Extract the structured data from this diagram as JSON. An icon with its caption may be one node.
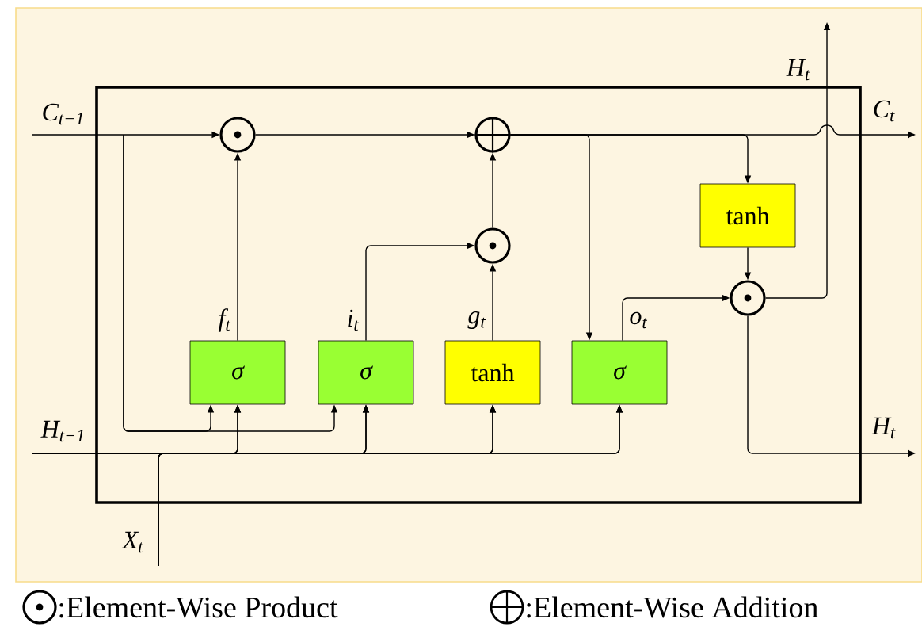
{
  "diagram": {
    "nodes": [
      {
        "text": [],
        "shape": "box"
      },
      {
        "text": [],
        "shape": "circle",
        "in": 0
      },
      {
        "text": [],
        "shape": "circle",
        "in": 0
      },
      {
        "text": [],
        "shape": "circle",
        "in": 0
      },
      {
        "text": [],
        "shape": "circle",
        "in": 0
      },
      {
        "text": [
          "σ"
        ],
        "in": 0
      },
      {
        "text": [
          "σ"
        ],
        "in": 0
      },
      {
        "text": [
          "tanh"
        ],
        "in": 0
      },
      {
        "text": [
          "σ"
        ],
        "in": 0
      },
      {
        "text": [
          "tanh"
        ],
        "in": 0
      }
    ],
    "edges": [
      {
        "from": null,
        "to": 1,
        "arrow": "to",
        "label": "C$_{t−1}$"
      },
      {
        "from": null,
        "to": 5,
        "arrow": "to"
      },
      {
        "from": null,
        "to": 6,
        "arrow": "to"
      },
      {
        "from": 5,
        "to": 1,
        "arrow": "to",
        "label": "f$_{t}$"
      },
      {
        "from": 6,
        "to": 3,
        "arrow": "to",
        "label": "i$_{t}$"
      },
      {
        "from": 7,
        "to": 3,
        "arrow": "to",
        "label": "g$_{t}$"
      },
      {
        "from": 8,
        "to": 4,
        "arrow": "to",
        "label": "o$_{t}$"
      },
      {
        "from": 1,
        "to": 2,
        "arrow": "to"
      },
      {
        "from": 3,
        "to": 2,
        "arrow": "to"
      },
      {
        "from": 2,
        "to": null,
        "arrow": "to",
        "label": "C$_{t}$"
      },
      {
        "from": 2,
        "to": 9,
        "arrow": "to"
      },
      {
        "from": 2,
        "to": 8,
        "arrow": "to"
      },
      {
        "from": 9,
        "to": 4,
        "arrow": "to"
      },
      {
        "from": 4,
        "to": null,
        "arrow": "to",
        "label": "H$_{t}$"
      },
      {
        "from": 4,
        "to": null,
        "arrow": "to",
        "label": "H$_{t}$"
      },
      {
        "from": null,
        "to": 5,
        "arrow": "to",
        "label": "H$_{t−1}$"
      },
      {
        "from": null,
        "to": 6,
        "arrow": "to"
      },
      {
        "from": null,
        "to": 7,
        "arrow": "to"
      },
      {
        "from": null,
        "to": 8,
        "arrow": "to"
      },
      {
        "from": null,
        "to": 5,
        "arrow": "to",
        "label": "X$_{t}$"
      },
      {
        "from": null,
        "to": 6,
        "arrow": "to"
      },
      {
        "from": null,
        "to": 7,
        "arrow": "to"
      },
      {
        "from": null,
        "to": 8,
        "arrow": "to"
      }
    ],
    "legend": [
      {
        "text": ":Element-Wise Product"
      },
      {
        "text": ":Element-Wise Addition"
      }
    ]
  }
}
